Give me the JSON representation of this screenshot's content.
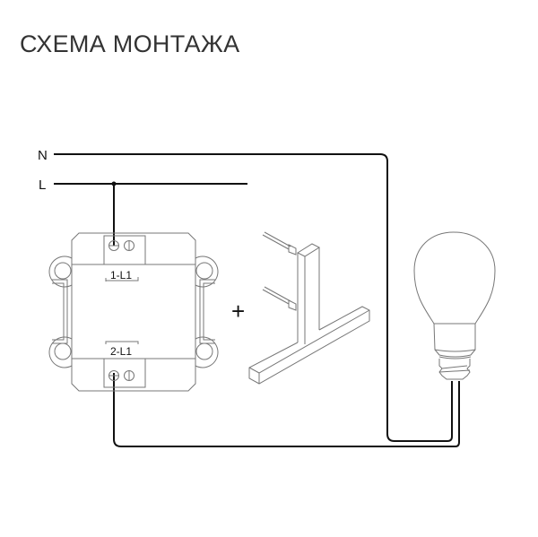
{
  "title": "СХЕМА МОНТАЖА",
  "lines": {
    "neutral_label": "N",
    "live_label": "L"
  },
  "switch": {
    "terminal_top_label": "1-L1",
    "terminal_bottom_label": "2-L1"
  },
  "plus_sign": "+",
  "colors": {
    "wire": "#111111",
    "outline": "#777777",
    "title": "#333333"
  }
}
